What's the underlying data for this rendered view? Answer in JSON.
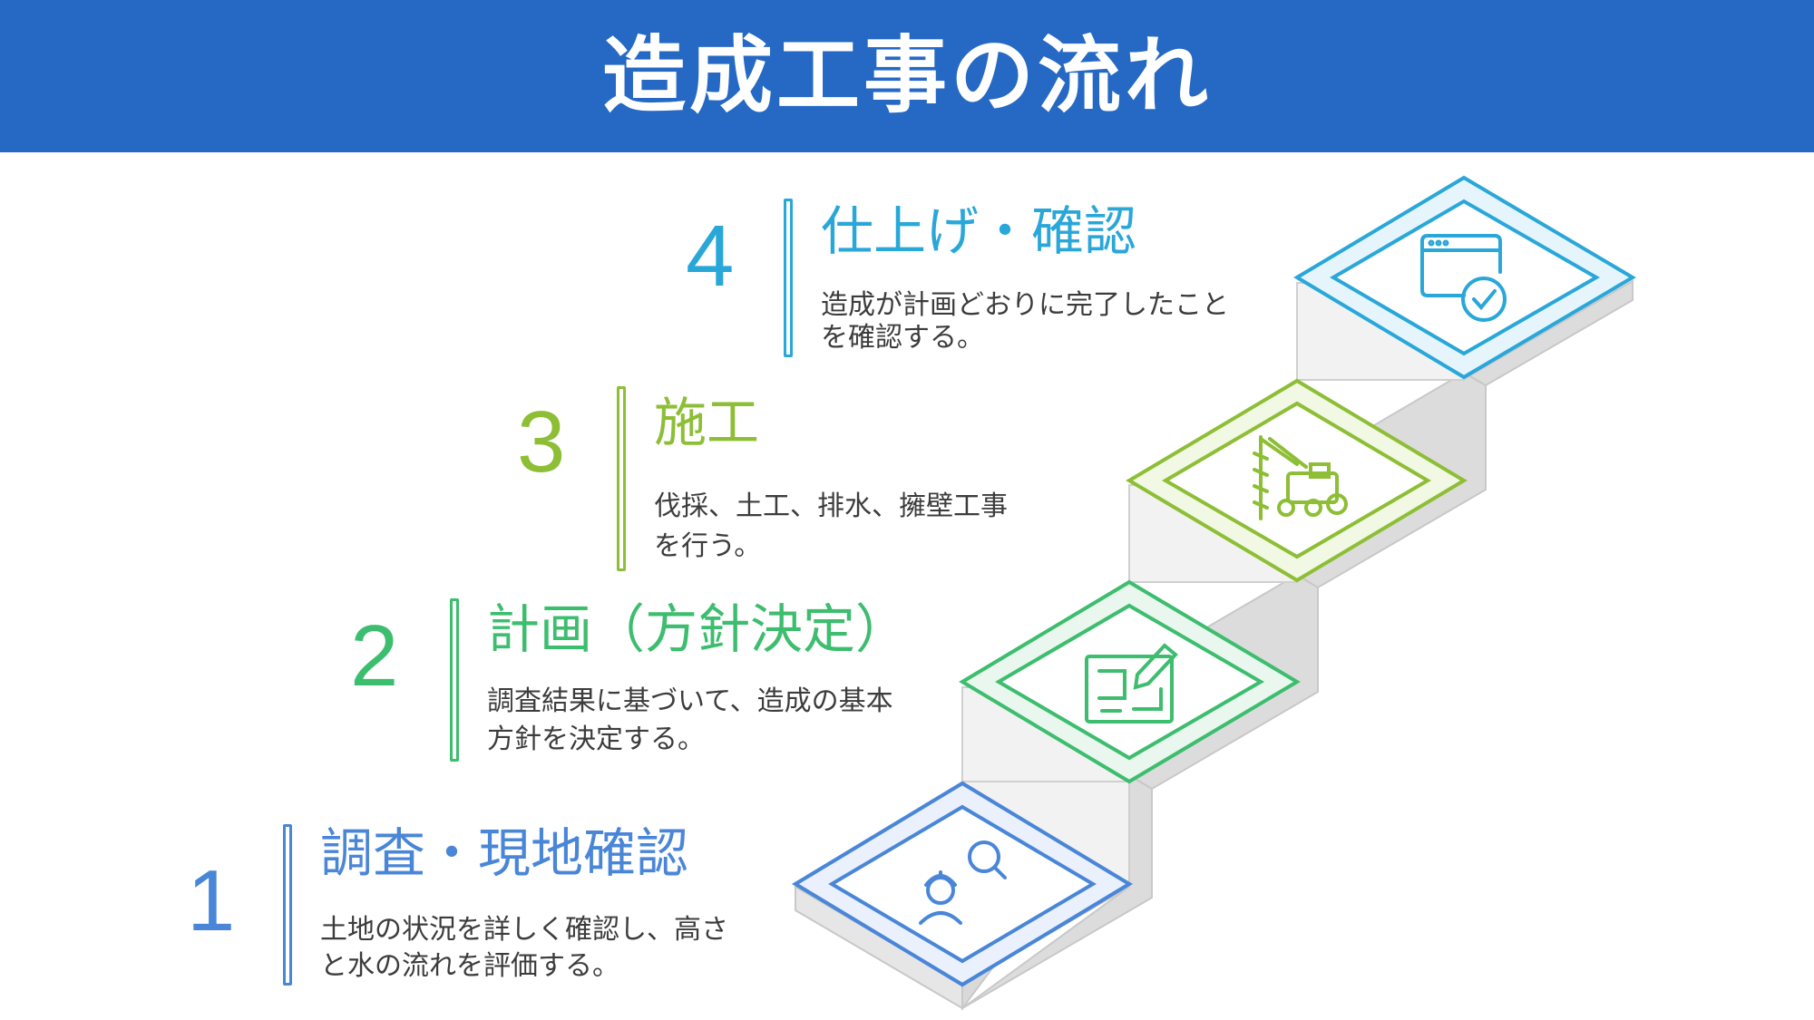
{
  "header": {
    "title": "造成工事の流れ",
    "background_color": "#2569c4"
  },
  "steps": [
    {
      "number": "1",
      "heading": "調査・現地確認",
      "description_line1": "土地の状況を詳しく確認し、高さ",
      "description_line2": "と水の流れを評価する。",
      "color": "#4a86d8",
      "icon": "surveyor-magnifier-icon"
    },
    {
      "number": "2",
      "heading": "計画（方針決定）",
      "description_line1": "調査結果に基づいて、造成の基本",
      "description_line2": "方針を決定する。",
      "color": "#3dbd6e",
      "icon": "blueprint-pencil-icon"
    },
    {
      "number": "3",
      "heading": "施工",
      "description_line1": "伐採、土工、排水、擁壁工事",
      "description_line2": "を行う。",
      "color": "#8dbe35",
      "icon": "drilling-machine-icon"
    },
    {
      "number": "4",
      "heading": "仕上げ・確認",
      "description_line1": "造成が計画どおりに完了したこと",
      "description_line2": "を確認する。",
      "color": "#29a7d9",
      "icon": "window-checkmark-icon"
    }
  ]
}
